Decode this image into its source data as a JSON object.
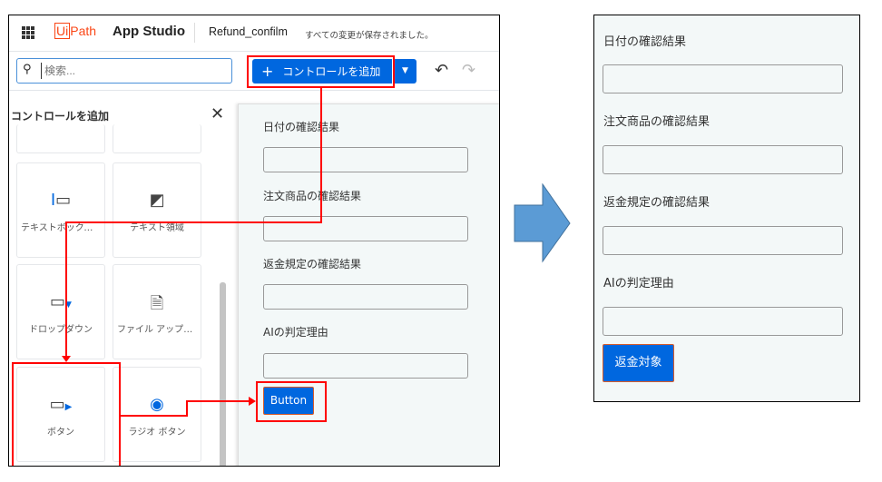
{
  "header": {
    "app_name": "App Studio",
    "logo": "UiPath",
    "project": "Refund_confilm",
    "save_status": "すべての変更が保存されました。"
  },
  "toolbar": {
    "search_placeholder": "検索...",
    "add_control": "コントロールを追加"
  },
  "panel": {
    "title": "コントロールを追加",
    "tiles": [
      {
        "label": "テキストボックス(...",
        "icon": "textbox-icon"
      },
      {
        "label": "テキスト領域",
        "icon": "textarea-icon"
      },
      {
        "label": "ドロップダウン",
        "icon": "dropdown-icon"
      },
      {
        "label": "ファイル アップロ...",
        "icon": "file-upload-icon"
      },
      {
        "label": "ボタン",
        "icon": "button-icon"
      },
      {
        "label": "ラジオ ボタン",
        "icon": "radio-icon"
      }
    ]
  },
  "canvas": {
    "fields": [
      "日付の確認結果",
      "注文商品の確認結果",
      "返金規定の確認結果",
      "AIの判定理由"
    ],
    "button": "Button"
  },
  "result": {
    "fields": [
      "日付の確認結果",
      "注文商品の確認結果",
      "返金規定の確認結果",
      "AIの判定理由"
    ],
    "button": "返金対象"
  },
  "colors": {
    "accent": "#0067df",
    "highlight": "#ff0000",
    "arrow": "#5b9bd5"
  }
}
